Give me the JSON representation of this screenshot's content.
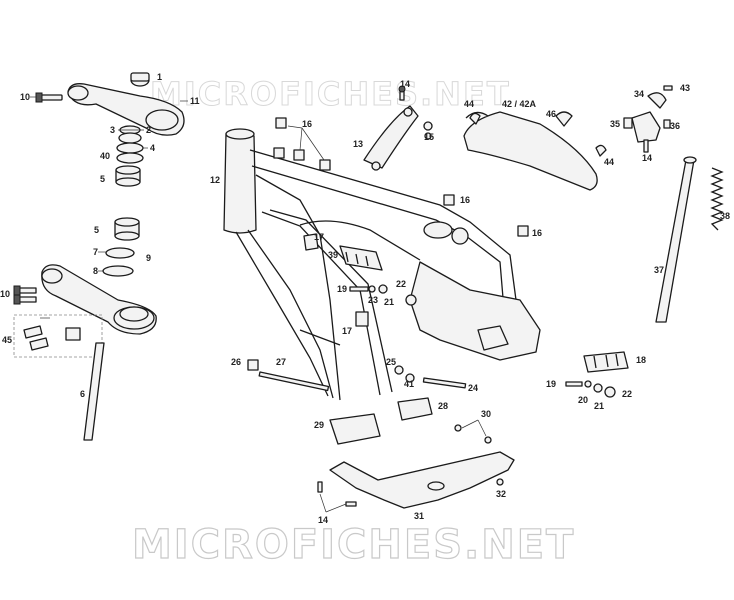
{
  "watermark": {
    "text": "MICROFICHES.NET"
  },
  "callouts": [
    {
      "id": "c-1",
      "label": "1"
    },
    {
      "id": "c-10a",
      "label": "10"
    },
    {
      "id": "c-11",
      "label": "11"
    },
    {
      "id": "c-3",
      "label": "3"
    },
    {
      "id": "c-2",
      "label": "2"
    },
    {
      "id": "c-4",
      "label": "4"
    },
    {
      "id": "c-40",
      "label": "40"
    },
    {
      "id": "c-5a",
      "label": "5"
    },
    {
      "id": "c-5b",
      "label": "5"
    },
    {
      "id": "c-7",
      "label": "7"
    },
    {
      "id": "c-8",
      "label": "8"
    },
    {
      "id": "c-9",
      "label": "9"
    },
    {
      "id": "c-10b",
      "label": "10"
    },
    {
      "id": "c-45",
      "label": "45"
    },
    {
      "id": "c-6",
      "label": "6"
    },
    {
      "id": "c-12",
      "label": "12"
    },
    {
      "id": "c-16a",
      "label": "16"
    },
    {
      "id": "c-14a",
      "label": "14"
    },
    {
      "id": "c-13",
      "label": "13"
    },
    {
      "id": "c-15",
      "label": "15"
    },
    {
      "id": "c-44a",
      "label": "44"
    },
    {
      "id": "c-42",
      "label": "42 / 42A"
    },
    {
      "id": "c-46",
      "label": "46"
    },
    {
      "id": "c-44b",
      "label": "44"
    },
    {
      "id": "c-34",
      "label": "34"
    },
    {
      "id": "c-43",
      "label": "43"
    },
    {
      "id": "c-35",
      "label": "35"
    },
    {
      "id": "c-36",
      "label": "36"
    },
    {
      "id": "c-14b",
      "label": "14"
    },
    {
      "id": "c-16b",
      "label": "16"
    },
    {
      "id": "c-16c",
      "label": "16"
    },
    {
      "id": "c-17a",
      "label": "17"
    },
    {
      "id": "c-39",
      "label": "39"
    },
    {
      "id": "c-19a",
      "label": "19"
    },
    {
      "id": "c-23",
      "label": "23"
    },
    {
      "id": "c-22a",
      "label": "22"
    },
    {
      "id": "c-21a",
      "label": "21"
    },
    {
      "id": "c-17b",
      "label": "17"
    },
    {
      "id": "c-37",
      "label": "37"
    },
    {
      "id": "c-38",
      "label": "38"
    },
    {
      "id": "c-26",
      "label": "26"
    },
    {
      "id": "c-27",
      "label": "27"
    },
    {
      "id": "c-25",
      "label": "25"
    },
    {
      "id": "c-41",
      "label": "41"
    },
    {
      "id": "c-24",
      "label": "24"
    },
    {
      "id": "c-18",
      "label": "18"
    },
    {
      "id": "c-19b",
      "label": "19"
    },
    {
      "id": "c-20",
      "label": "20"
    },
    {
      "id": "c-21b",
      "label": "21"
    },
    {
      "id": "c-22b",
      "label": "22"
    },
    {
      "id": "c-29",
      "label": "29"
    },
    {
      "id": "c-28",
      "label": "28"
    },
    {
      "id": "c-30",
      "label": "30"
    },
    {
      "id": "c-32",
      "label": "32"
    },
    {
      "id": "c-14c",
      "label": "14"
    },
    {
      "id": "c-31",
      "label": "31"
    }
  ]
}
